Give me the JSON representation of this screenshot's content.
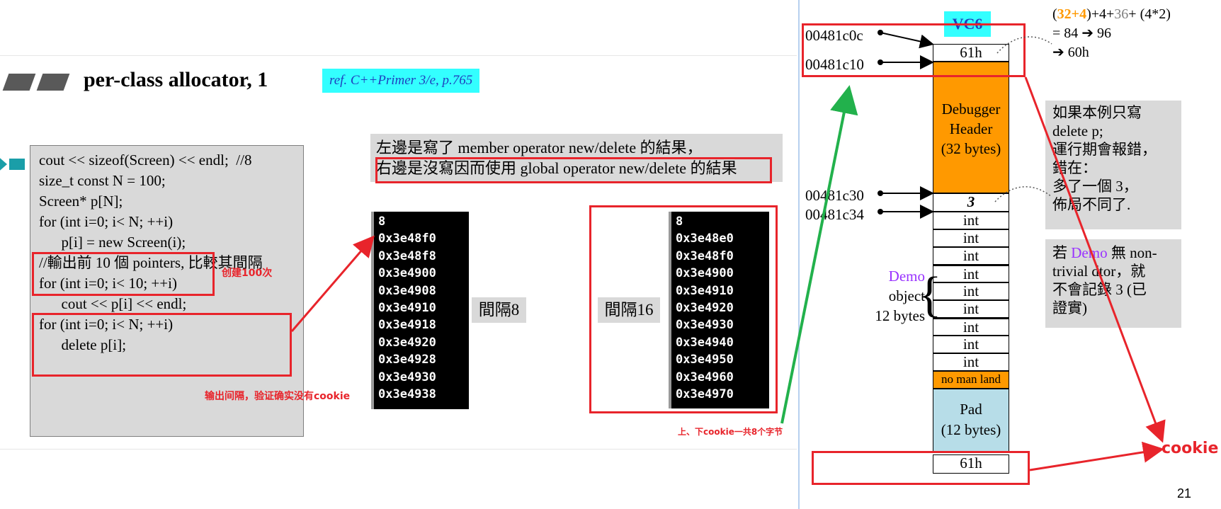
{
  "slide": {
    "title": "per-class allocator, 1",
    "ref": "ref. C++Primer 3/e, p.765",
    "code_lines": [
      "cout << sizeof(Screen) << endl;  //8",
      "",
      "size_t const N = 100;",
      "Screen* p[N];",
      "",
      "for (int i=0; i< N; ++i)",
      "      p[i] = new Screen(i);",
      "",
      "//輸出前 10 個 pointers, 比較其間隔",
      "for (int i=0; i< 10; ++i)",
      "      cout << p[i] << endl;",
      "",
      "for (int i=0; i< N; ++i)",
      "      delete p[i];"
    ],
    "annot_create": "创建100次",
    "annot_gap": "输出间隔，验证确实没有cookie",
    "caption_line1": "左邊是寫了 member operator new/delete 的結果，",
    "caption_line2": "右邊是沒寫因而使用 global operator new/delete 的結果",
    "console_left": [
      "8",
      "0x3e48f0",
      "0x3e48f8",
      "0x3e4900",
      "0x3e4908",
      "0x3e4910",
      "0x3e4918",
      "0x3e4920",
      "0x3e4928",
      "0x3e4930",
      "0x3e4938"
    ],
    "console_right": [
      "8",
      "0x3e48e0",
      "0x3e48f0",
      "0x3e4900",
      "0x3e4910",
      "0x3e4920",
      "0x3e4930",
      "0x3e4940",
      "0x3e4950",
      "0x3e4960",
      "0x3e4970"
    ],
    "gap_left": "間隔8",
    "gap_right": "間隔16",
    "cookie_note": "上、下cookie一共8个字节"
  },
  "memory": {
    "vc6_label": "VC6",
    "addresses": [
      "00481c0c",
      "00481c10",
      "00481c30",
      "00481c34"
    ],
    "top_cell": "61h",
    "debugger_header": [
      "Debugger",
      "Header",
      "(32 bytes)"
    ],
    "count_cell": "3",
    "int_cells": [
      "int",
      "int",
      "int",
      "int",
      "int",
      "int",
      "int",
      "int",
      "int"
    ],
    "demo_label": "Demo",
    "object_label": "object",
    "bytes_label": "12 bytes",
    "no_man_land": "no man land",
    "pad": [
      "Pad",
      "(12 bytes)"
    ],
    "bottom_cell": "61h",
    "calc_open": "(",
    "calc_a": "32+4",
    "calc_b": ")+4+",
    "calc_c": "36",
    "calc_d": "+ (4*2)",
    "calc_line2": "= 84 ➔ 96",
    "calc_line3": "➔ 60h",
    "note1": [
      "如果本例只寫",
      "delete p;",
      "運行期會報錯，",
      "錯在：",
      "多了一個 3，",
      "佈局不同了."
    ],
    "note2_pre": "若 ",
    "note2_demo": "Demo",
    "note2_rest": " 無 non-",
    "note2_lines": [
      "trivial dtor，就",
      "不會記錄 3 (已",
      "證實)"
    ],
    "cookie_label": "cookie",
    "page_number": "21"
  },
  "colors": {
    "red": "#e8242b",
    "green": "#22b14c",
    "orange": "#ff9900",
    "cyan": "#33ffff",
    "pad": "#b7dde8",
    "purple": "#9933ff"
  }
}
